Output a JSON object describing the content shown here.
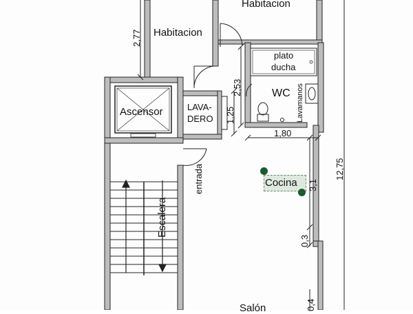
{
  "rooms": {
    "habitacion_top": "Habitacion",
    "habitacion_left": "Habitacion",
    "plato_ducha_line1": "plato",
    "plato_ducha_line2": "ducha",
    "wc": "WC",
    "lavamanos": "Lavamanos",
    "ascensor": "Ascensor",
    "lavadero_line1": "LAVA-",
    "lavadero_line2": "DERO",
    "entrada": "entrada",
    "cocina": "Cocina",
    "escalera": "Escalera",
    "salon": "Salón"
  },
  "dimensions": {
    "d277": "2,77",
    "d253": "2,53",
    "d125": "1,25",
    "d180": "1,80",
    "d31": "3,1",
    "d03": "0,3",
    "d04": "0,4",
    "d1275": "12,75"
  },
  "colors": {
    "wall_fill": "#bdbdbd",
    "wall_stroke": "#222222",
    "cocina_label_bg": "#dfe8df",
    "marker": "#1f5a2c"
  }
}
